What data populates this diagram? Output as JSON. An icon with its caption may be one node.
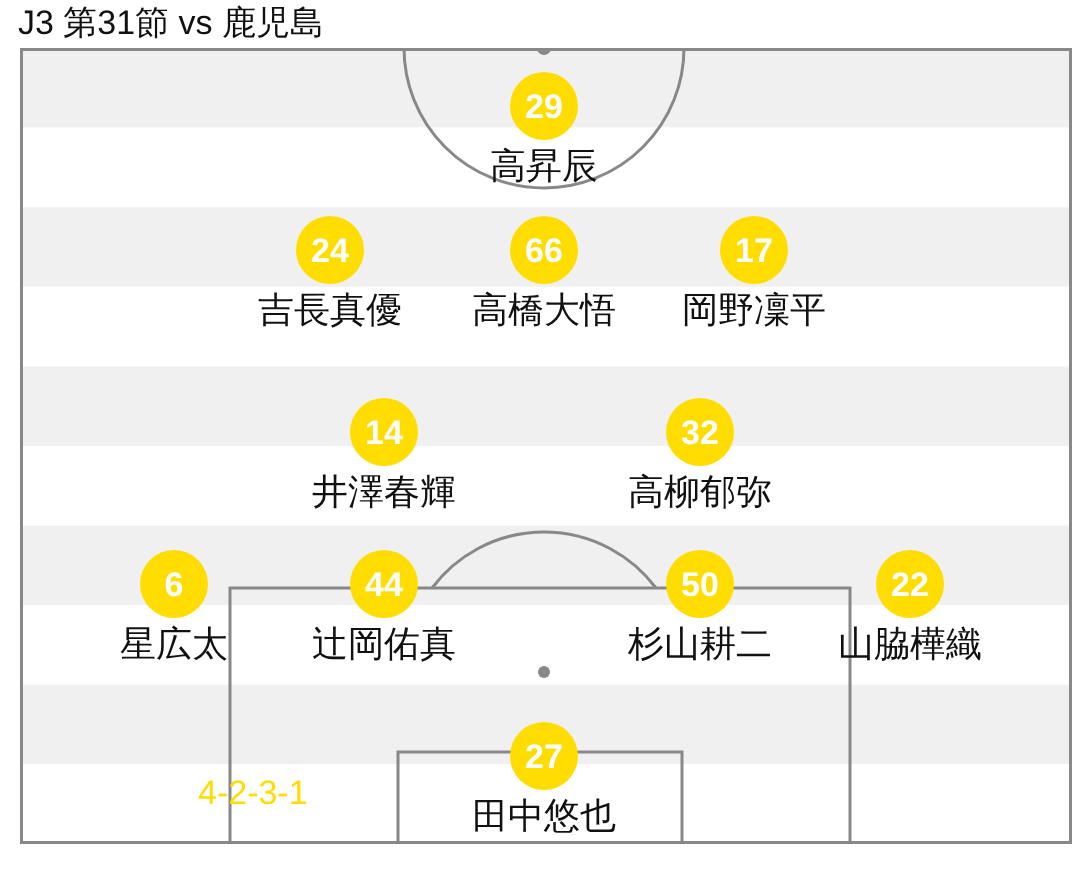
{
  "diagram": {
    "title": "J3 第31節 vs 鹿児島",
    "nodes": [
      {
        "text": [
          "29"
        ],
        "beside": [
          "高昇辰"
        ]
      },
      {
        "text": [
          "24"
        ],
        "beside": [
          "吉長真優"
        ]
      },
      {
        "text": [
          "66"
        ],
        "beside": [
          "高橋大悟"
        ]
      },
      {
        "text": [
          "17"
        ],
        "beside": [
          "岡野凜平"
        ]
      },
      {
        "text": [
          "14"
        ],
        "beside": [
          "井澤春輝"
        ]
      },
      {
        "text": [
          "32"
        ],
        "beside": [
          "高柳郁弥"
        ]
      },
      {
        "text": [
          "6"
        ],
        "beside": [
          "星広太"
        ]
      },
      {
        "text": [
          "44"
        ],
        "beside": [
          "辻岡佑真"
        ]
      },
      {
        "text": [
          "50"
        ],
        "beside": [
          "杉山耕二"
        ]
      },
      {
        "text": [
          "22"
        ],
        "beside": [
          "山脇樺織"
        ]
      },
      {
        "text": [
          "27"
        ],
        "beside": [
          "田中悠也"
        ]
      }
    ],
    "labels": [
      "4-2-3-1"
    ]
  }
}
